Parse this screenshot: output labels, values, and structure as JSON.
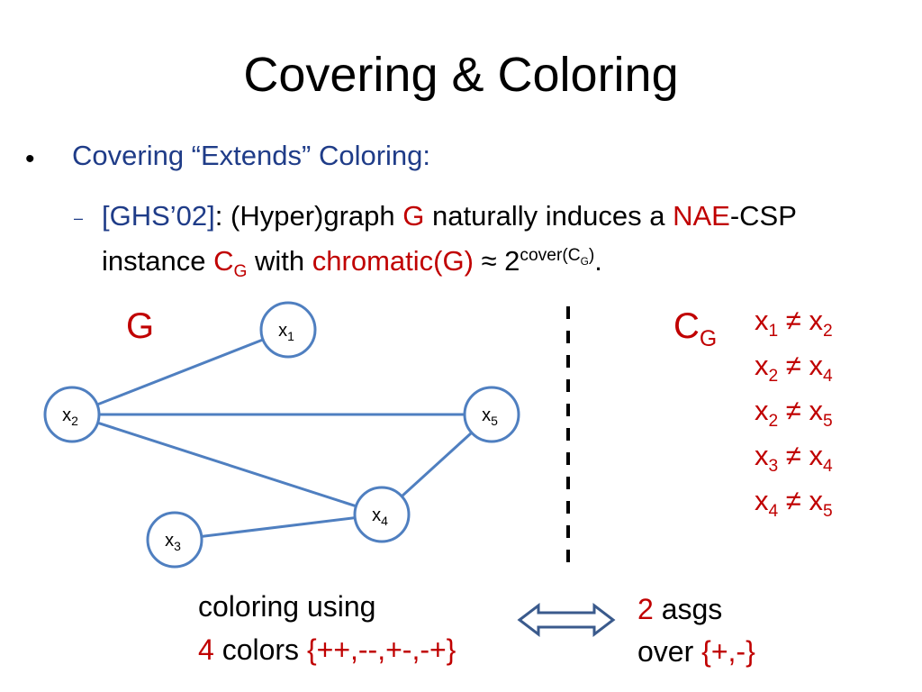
{
  "slide": {
    "title": "Covering & Coloring",
    "bullet": "Covering “Extends” Coloring:",
    "sub": {
      "dash": "–",
      "ref": "[GHS’02]",
      "t1": ": (Hyper)graph ",
      "G": "G",
      "t2": " naturally induces a ",
      "NAE": "NAE",
      "t3": "-CSP",
      "l2a": "instance ",
      "C": "C",
      "Gsub": "G",
      "l2b": " with ",
      "chrom": "chromatic(G)",
      "approx": " ≈ 2",
      "sup_a": "cover(C",
      "sup_g": "G",
      "sup_b": ")",
      "period": "."
    }
  },
  "graph": {
    "label": "G",
    "nodes": [
      {
        "id": "x1",
        "main": "x",
        "sub": "1"
      },
      {
        "id": "x2",
        "main": "x",
        "sub": "2"
      },
      {
        "id": "x5",
        "main": "x",
        "sub": "5"
      },
      {
        "id": "x4",
        "main": "x",
        "sub": "4"
      },
      {
        "id": "x3",
        "main": "x",
        "sub": "3"
      }
    ],
    "edges": [
      [
        "x2",
        "x1"
      ],
      [
        "x2",
        "x5"
      ],
      [
        "x2",
        "x4"
      ],
      [
        "x5",
        "x4"
      ],
      [
        "x3",
        "x4"
      ]
    ]
  },
  "csp": {
    "label_main": "C",
    "label_sub": "G",
    "constraints": [
      {
        "a": "1",
        "b": "2"
      },
      {
        "a": "2",
        "b": "4"
      },
      {
        "a": "2",
        "b": "5"
      },
      {
        "a": "3",
        "b": "4"
      },
      {
        "a": "4",
        "b": "5"
      }
    ],
    "var": "x",
    "neq": " ≠ "
  },
  "bottom": {
    "left_line1": "coloring using",
    "left_num": "4",
    "left_colors": " colors ",
    "left_set": "{++,--,+-,-+}",
    "right_num": "2",
    "right_asgs": " asgs",
    "right_over": "over ",
    "right_set": "{+,-}"
  },
  "colors": {
    "accent_blue": "#1f3c88",
    "accent_red": "#c00000",
    "edge_blue": "#4f7fc0"
  }
}
